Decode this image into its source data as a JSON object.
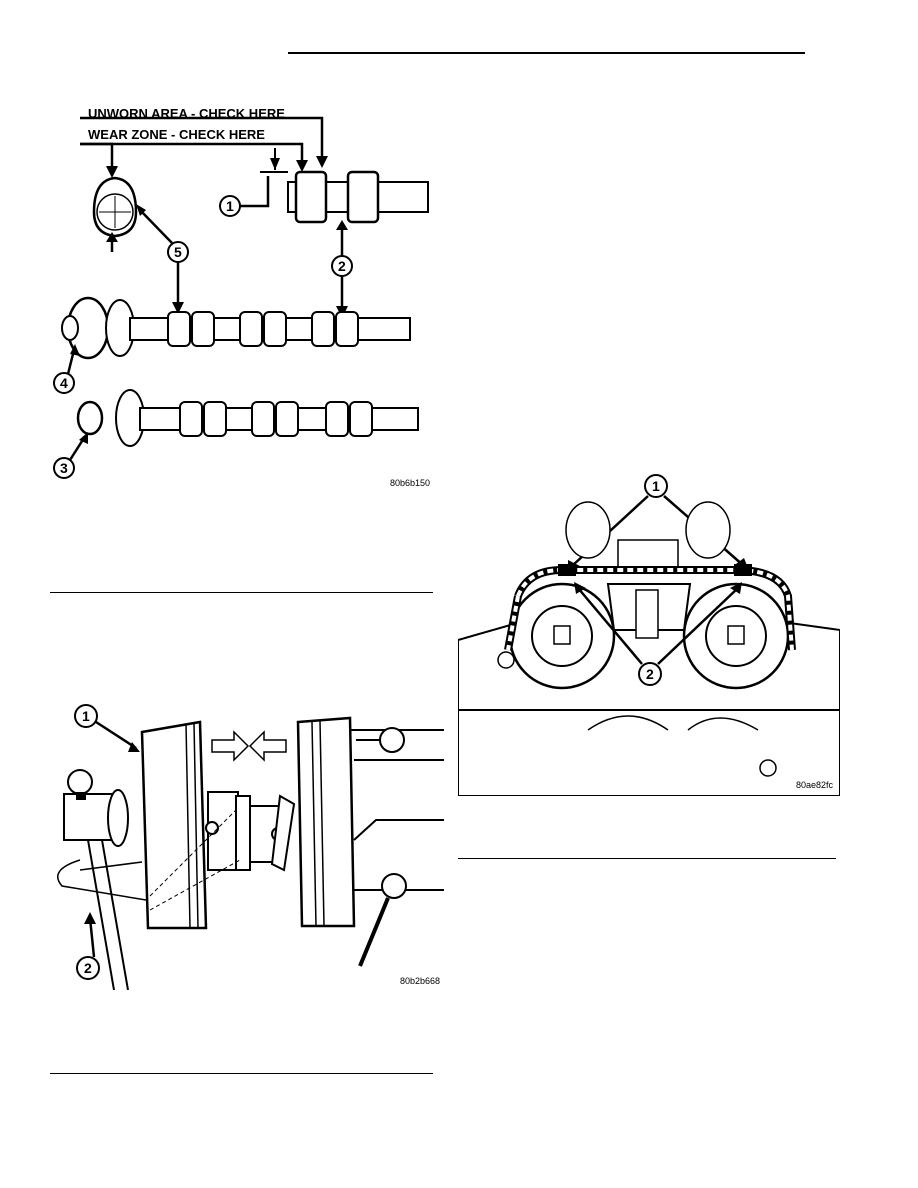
{
  "figure1": {
    "label_unworn": "UNWORN AREA - CHECK HERE",
    "label_wear": "WEAR ZONE - CHECK HERE",
    "callouts": [
      "1",
      "2",
      "3",
      "4",
      "5"
    ],
    "figure_id": "80b6b150"
  },
  "figure2": {
    "callouts": [
      "1",
      "2"
    ],
    "figure_id": "80b2b668"
  },
  "figure3": {
    "callouts": [
      "1",
      "2"
    ],
    "figure_id": "80ae82fc"
  }
}
